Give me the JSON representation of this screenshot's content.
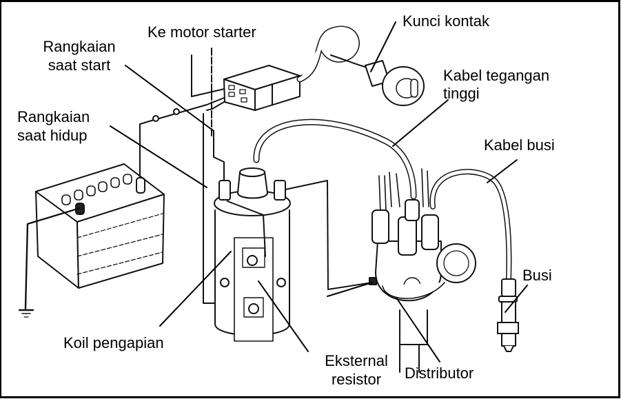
{
  "figure": {
    "title": "Ignition system components diagram",
    "labels": {
      "ke_motor_starter": "Ke motor starter",
      "rangkaian_start_1": "Rangkaian",
      "rangkaian_start_2": "saat start",
      "rangkaian_hidup_1": "Rangkaian",
      "rangkaian_hidup_2": "saat hidup",
      "kunci_kontak": "Kunci kontak",
      "kabel_tegangan_1": "Kabel tegangan",
      "kabel_tegangan_2": "tinggi",
      "kabel_busi": "Kabel busi",
      "busi": "Busi",
      "koil_pengapian": "Koil pengapian",
      "eksternal_1": "Eksternal",
      "eksternal_2": "resistor",
      "distributor": "Distributor"
    },
    "colors": {
      "ink": "#000000",
      "paper": "#ffffff",
      "wire": "#1a1a1a"
    }
  }
}
